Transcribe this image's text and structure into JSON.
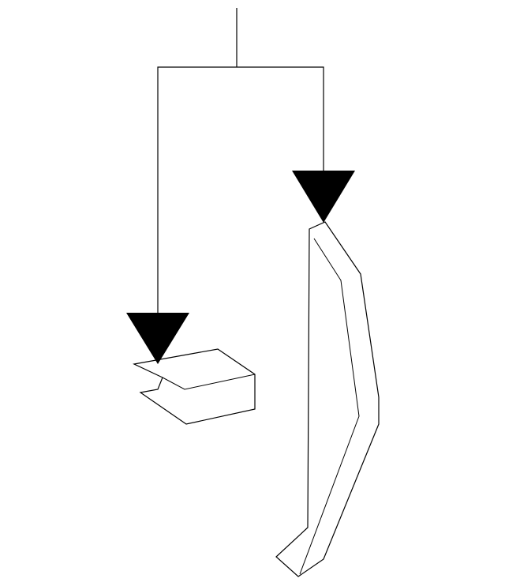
{
  "diagram": {
    "kind": "parts-callout",
    "callouts": [
      {
        "part": "bracket",
        "pointer": "filled-triangle"
      },
      {
        "part": "trim-strip",
        "pointer": "filled-triangle"
      }
    ],
    "colors": {
      "stroke": "#000000",
      "arrow_fill": "#000000",
      "part_fill": "#ffffff",
      "background": "#ffffff"
    }
  }
}
